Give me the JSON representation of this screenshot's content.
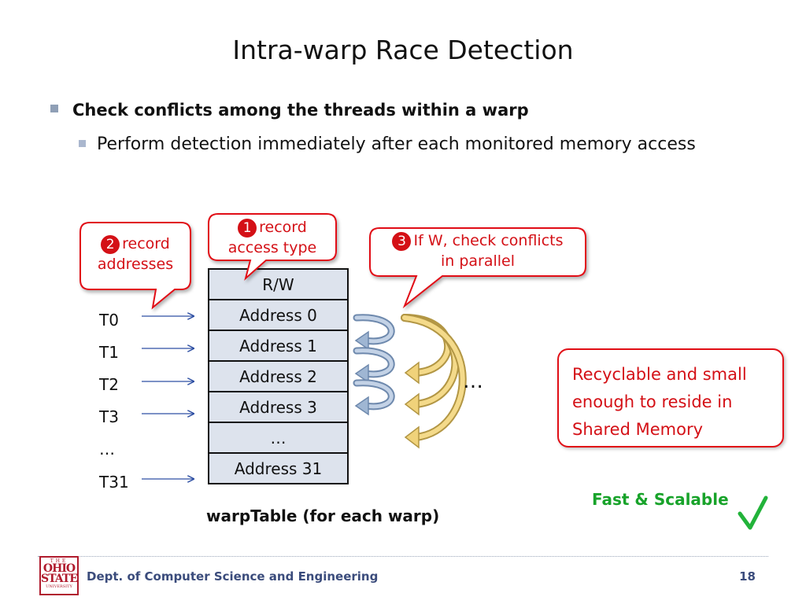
{
  "slide": {
    "title": "Intra-warp Race Detection",
    "bullet_1": "Check conflicts among the threads within a warp",
    "bullet_2": "Perform detection immediately after each monitored memory access"
  },
  "warp_table": {
    "rows": [
      "R/W",
      "Address 0",
      "Address 1",
      "Address 2",
      "Address 3",
      "…",
      "Address 31"
    ],
    "caption": "warpTable (for each warp)"
  },
  "threads": [
    "T0",
    "T1",
    "T2",
    "T3",
    "…",
    "T31"
  ],
  "callouts": {
    "step1": {
      "number": "1",
      "line1": "record",
      "line2": "access type"
    },
    "step2": {
      "number": "2",
      "line1": "record",
      "line2": "addresses"
    },
    "step3": {
      "number": "3",
      "line1": "If W, check conflicts",
      "line2": "in parallel"
    }
  },
  "ellipsis": "…",
  "recycle_note": {
    "line1": "Recyclable and small",
    "line2": "enough to reside in",
    "line3": "Shared Memory"
  },
  "fast_label": "Fast & Scalable",
  "footer": {
    "logo_line1": "THE",
    "logo_line2": "OHIO",
    "logo_line3": "STATE",
    "logo_line4": "UNIVERSITY",
    "department": "Dept. of Computer Science and Engineering",
    "page_number": "18"
  },
  "colors": {
    "callout_red": "#d41016",
    "table_fill": "#dde3ed",
    "arrow_blue": "#2e4fa3",
    "fast_green": "#18a32a",
    "blue_curve": "#8aa5c6",
    "gold_curve": "#d9b860",
    "footer_blue": "#3b4c7c"
  }
}
